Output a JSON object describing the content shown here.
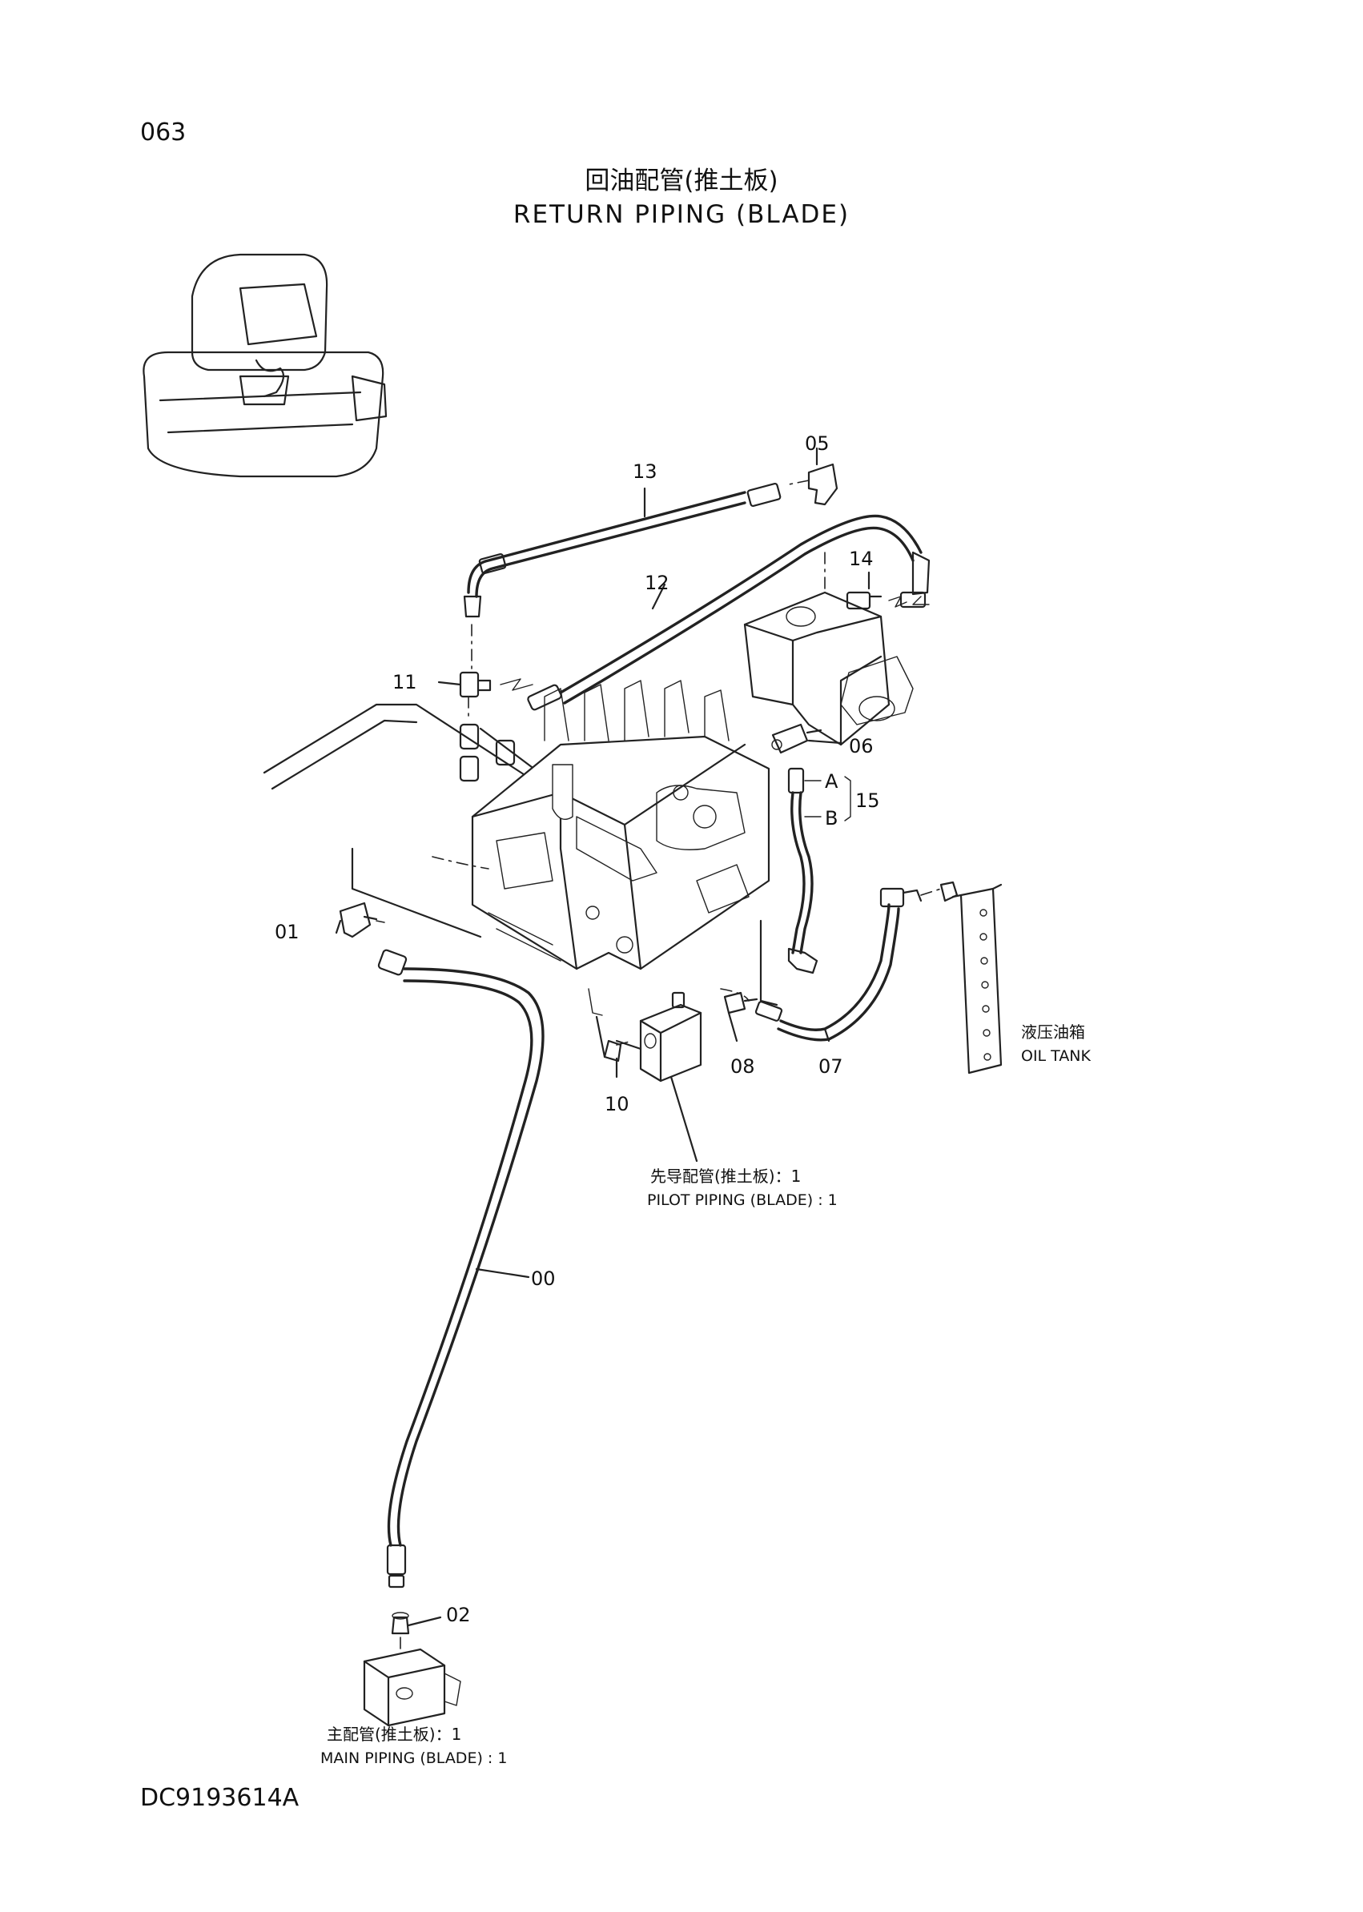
{
  "header": {
    "page_number": "063",
    "title_cn": "回油配管(推土板)",
    "title_en": "RETURN PIPING (BLADE)"
  },
  "callouts": {
    "c00": "00",
    "c01": "01",
    "c02": "02",
    "c05": "05",
    "c06": "06",
    "c07": "07",
    "c08": "08",
    "c10": "10",
    "c11": "11",
    "c12": "12",
    "c13": "13",
    "c14": "14",
    "c15": "15",
    "cA": "A",
    "cB": "B"
  },
  "notes": {
    "oil_tank_cn": "液压油箱",
    "oil_tank_en": "OIL TANK",
    "pilot_cn": "先导配管(推土板)：1",
    "pilot_en": "PILOT PIPING (BLADE) : 1",
    "main_cn": "主配管(推土板)：1",
    "main_en": "MAIN PIPING (BLADE) : 1"
  },
  "footer": {
    "doc_code": "DC9193614A"
  }
}
